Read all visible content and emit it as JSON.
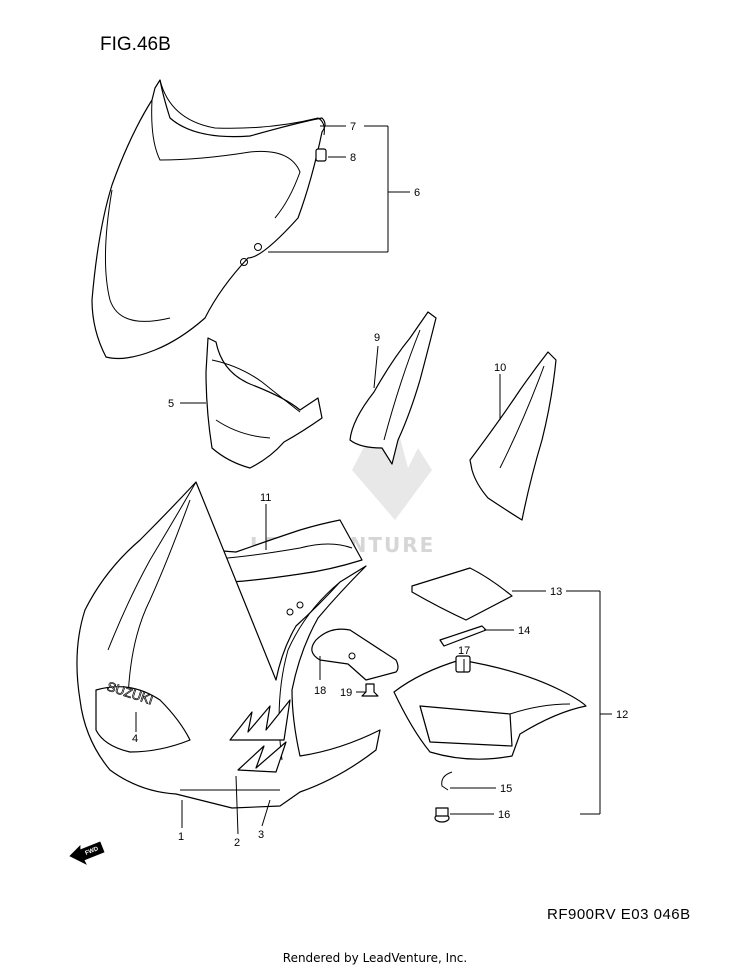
{
  "figure_title": "FIG.46B",
  "reference_code": "RF900RV E03  046B",
  "footer_text": "Rendered by LeadVenture, Inc.",
  "watermark_text": "LEADVENTURE",
  "logo_text": "SUZUKI",
  "arrow_label": "FWD",
  "callouts": [
    "7",
    "8",
    "6",
    "5",
    "9",
    "10",
    "11",
    "13",
    "14",
    "17",
    "18",
    "19",
    "12",
    "4",
    "15",
    "16",
    "1",
    "2",
    "3"
  ]
}
